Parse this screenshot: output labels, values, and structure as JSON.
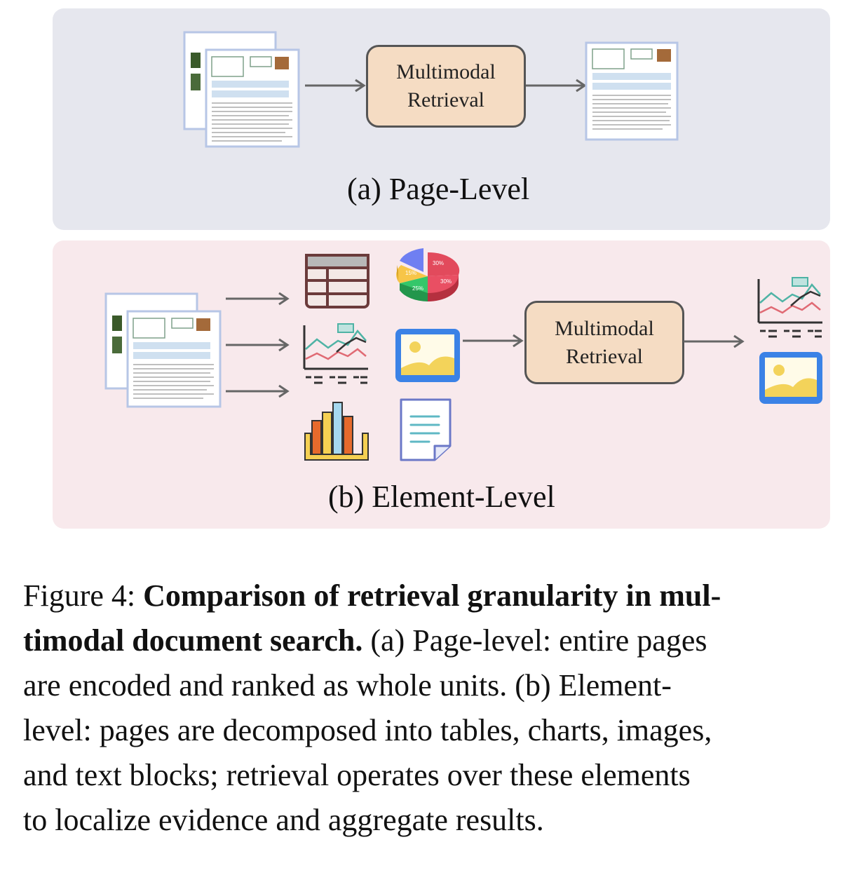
{
  "panel_a": {
    "box_line1": "Multimodal",
    "box_line2": "Retrieval",
    "label": "(a) Page-Level"
  },
  "panel_b": {
    "box_line1": "Multimodal",
    "box_line2": "Retrieval",
    "label": "(b) Element-Level",
    "pie_labels": [
      "30%",
      "15%",
      "30%",
      "25%"
    ]
  },
  "caption": {
    "prefix": "Figure 4: ",
    "bold_line1": "Comparison of retrieval granularity in mul-",
    "bold_line2": "timodal document search.",
    "line2_rest": " (a) Page-level: entire pages",
    "line3": "are encoded and ranked as whole units.  (b) Element-",
    "line4": "level: pages are decomposed into tables, charts, images,",
    "line5": "and text blocks; retrieval operates over these elements",
    "line6": "to localize evidence and aggregate results."
  },
  "colors": {
    "panel_a_bg": "#e6e7ee",
    "panel_b_bg": "#f8e9ec",
    "box_fill": "#f5dcc3",
    "page_border": "#b7c6e6",
    "image_icon_blue": "#3b82e6",
    "image_icon_yellow": "#f3d35a"
  },
  "icons": [
    "document-pages-icon",
    "table-icon",
    "pie-chart-icon",
    "line-chart-icon",
    "image-icon",
    "bar-chart-icon",
    "text-document-icon",
    "arrow-icon"
  ]
}
